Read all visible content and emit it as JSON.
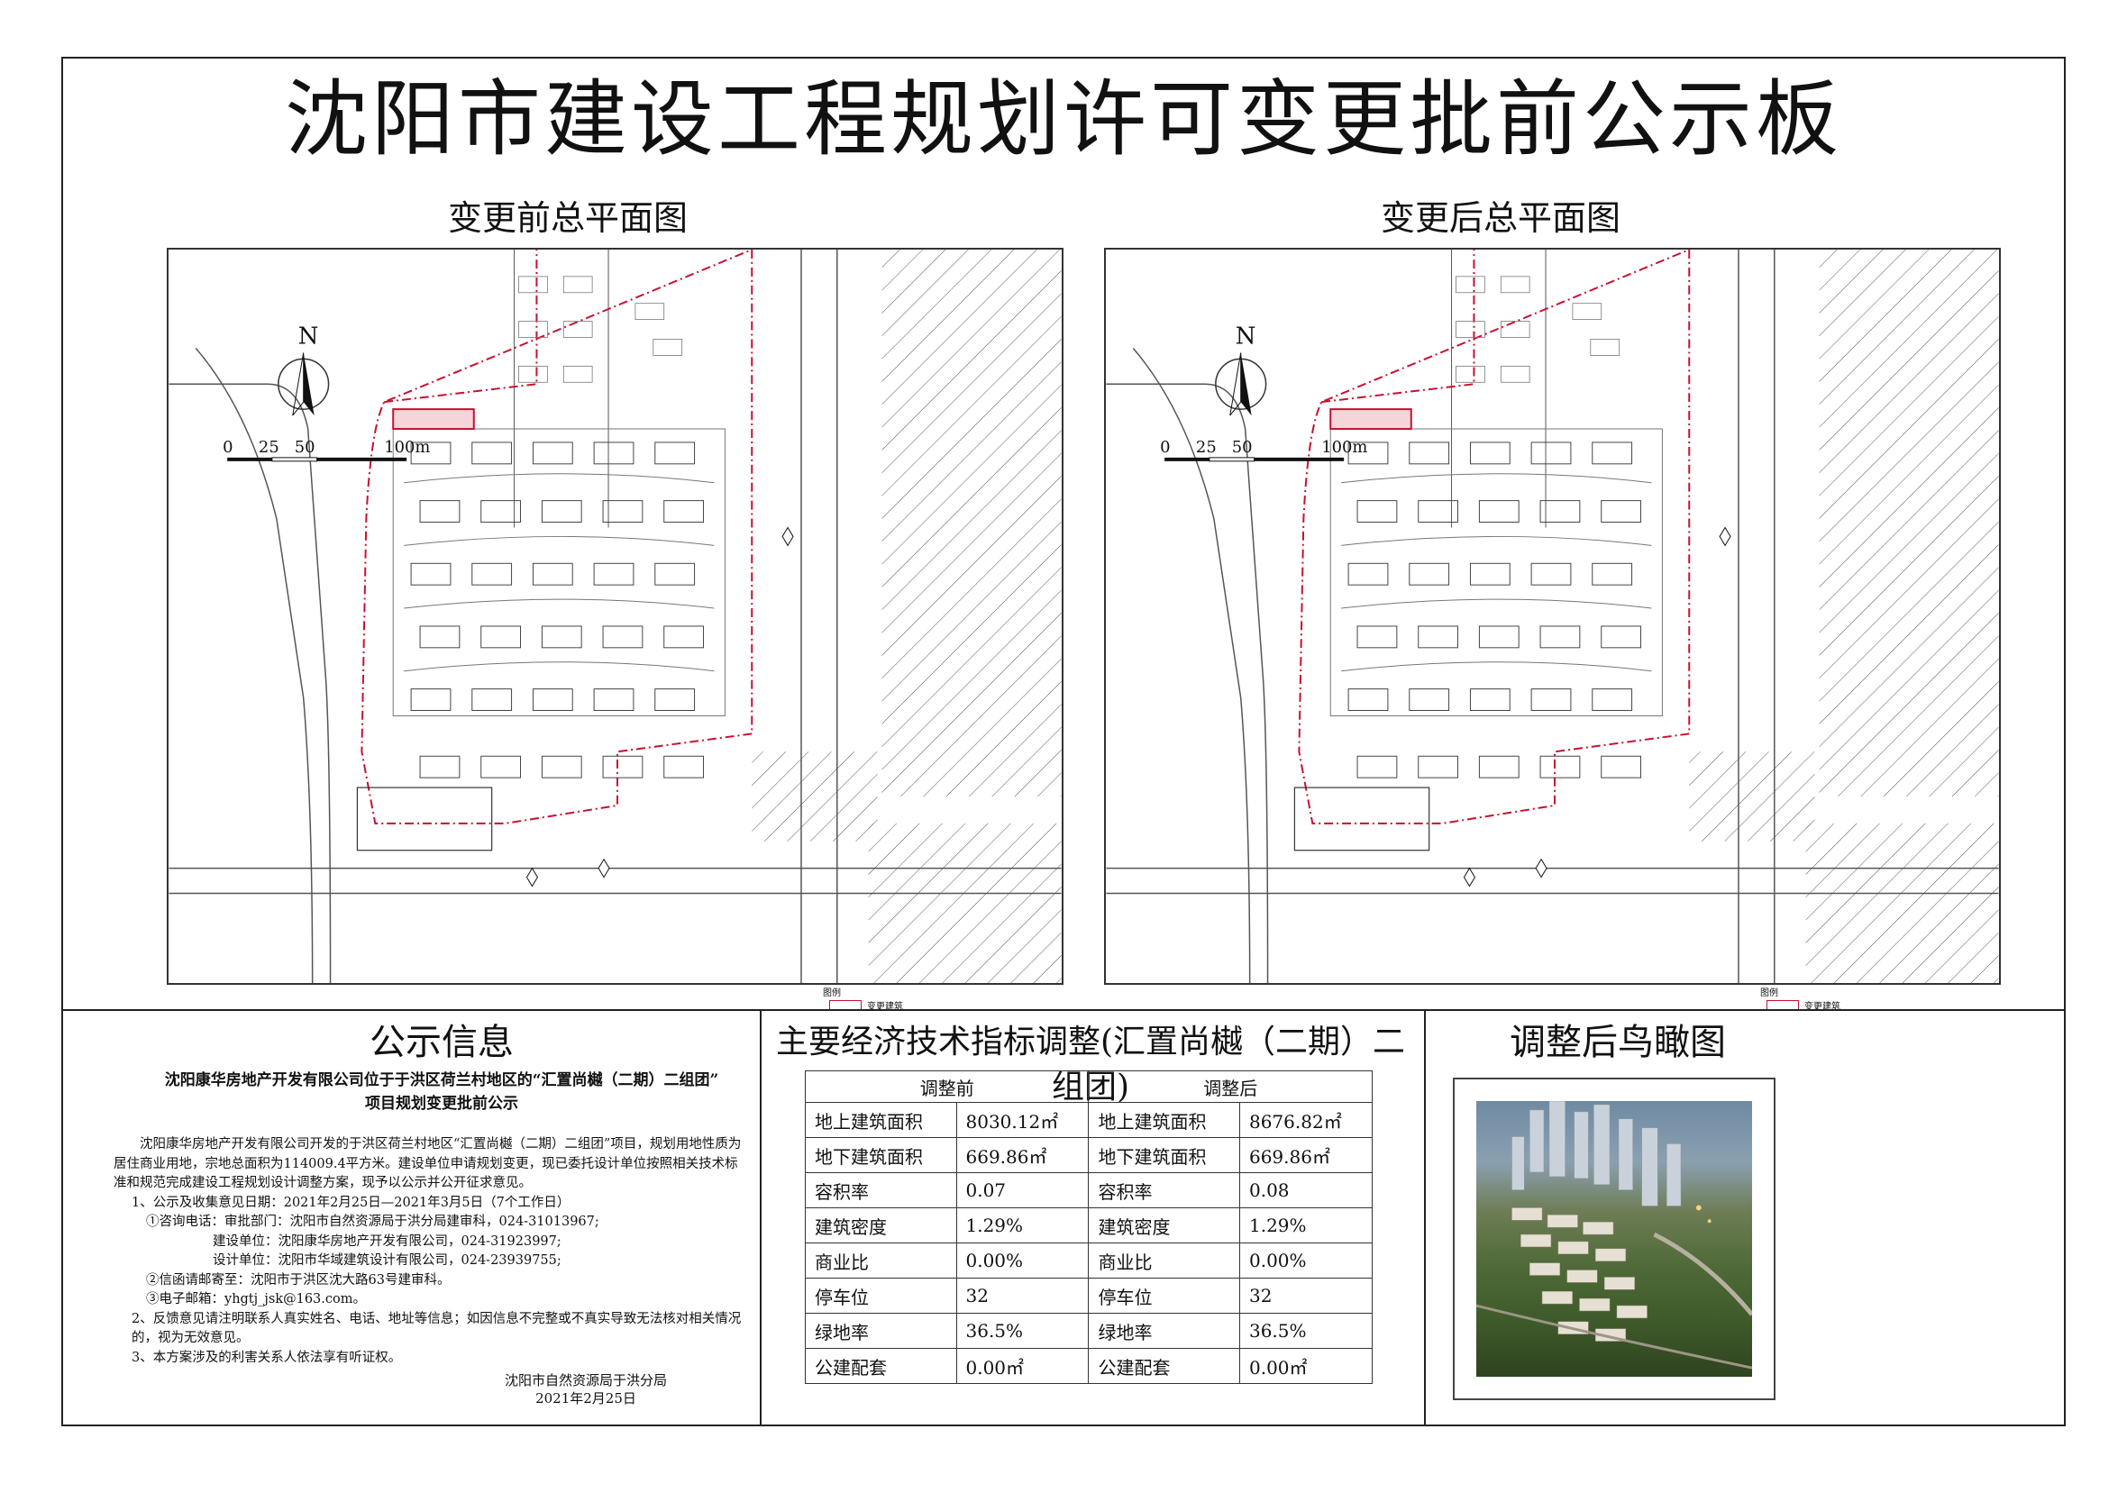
{
  "header": {
    "title": "沈阳市建设工程规划许可变更批前公示板"
  },
  "plans": {
    "before_title": "变更前总平面图",
    "after_title": "变更后总平面图",
    "north_label": "N",
    "scale_labels": [
      "0",
      "25",
      "50",
      "100m"
    ],
    "legend_title": "图例",
    "legend_item": "变更建筑"
  },
  "notice": {
    "section_title": "公示信息",
    "heading_line1": "沈阳康华房地产开发有限公司位于于洪区荷兰村地区的“汇置尚樾（二期）二组团”",
    "heading_line2": "项目规划变更批前公示",
    "body": [
      "沈阳康华房地产开发有限公司开发的于洪区荷兰村地区“汇置尚樾（二期）二组团”项目，规划用地性质为居住商业用地，宗地总面积为114009.4平方米。建设单位申请规划变更，现已委托设计单位按照相关技术标准和规范完成建设工程规划设计调整方案，现予以公示并公开征求意见。",
      "1、公示及收集意见日期：2021年2月25日—2021年3月5日（7个工作日）",
      "①咨询电话：审批部门：沈阳市自然资源局于洪分局建审科，024-31013967;",
      "建设单位：沈阳康华房地产开发有限公司，024-31923997;",
      "设计单位：沈阳市华域建筑设计有限公司，024-23939755;",
      "②信函请邮寄至：沈阳市于洪区沈大路63号建审科。",
      "③电子邮箱：yhgtj_jsk@163.com。",
      "2、反馈意见请注明联系人真实姓名、电话、地址等信息；如因信息不完整或不真实导致无法核对相关情况的，视为无效意见。",
      "3、本方案涉及的利害关系人依法享有听证权。"
    ],
    "signature": "沈阳市自然资源局于洪分局",
    "date": "2021年2月25日"
  },
  "indicators": {
    "section_title": "主要经济技术指标调整(汇置尚樾（二期）二组团)",
    "col_before": "调整前",
    "col_after": "调整后",
    "rows": [
      {
        "label": "地上建筑面积",
        "before": "8030.12㎡",
        "after": "8676.82㎡"
      },
      {
        "label": "地下建筑面积",
        "before": "669.86㎡",
        "after": "669.86㎡"
      },
      {
        "label": "容积率",
        "before": "0.07",
        "after": "0.08"
      },
      {
        "label": "建筑密度",
        "before": "1.29%",
        "after": "1.29%"
      },
      {
        "label": "商业比",
        "before": "0.00%",
        "after": "0.00%"
      },
      {
        "label": "停车位",
        "before": "32",
        "after": "32"
      },
      {
        "label": "绿地率",
        "before": "36.5%",
        "after": "36.5%"
      },
      {
        "label": "公建配套",
        "before": "0.00㎡",
        "after": "0.00㎡"
      }
    ]
  },
  "aerial": {
    "section_title": "调整后鸟瞰图"
  },
  "colors": {
    "boundary_red": "#c8102e",
    "line": "#333333",
    "green_dark": "#3e5a2a"
  }
}
